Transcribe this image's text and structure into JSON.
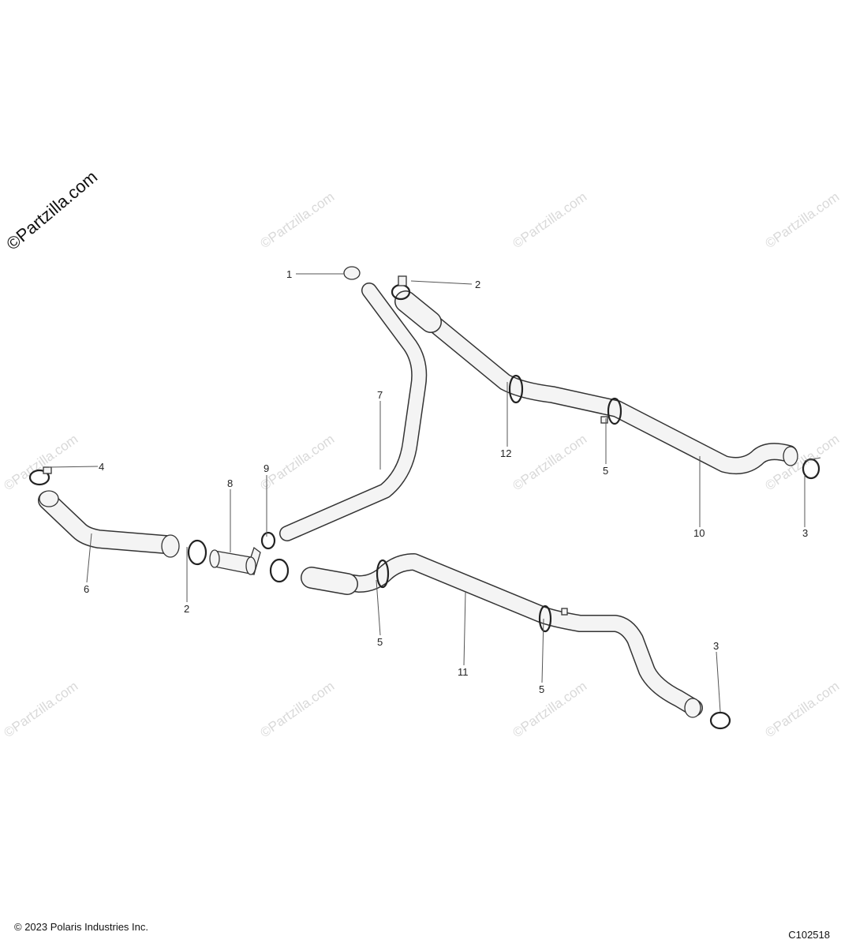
{
  "watermark_main": "©Partzilla.com",
  "watermark": "©Partzilla.com",
  "callouts": {
    "c1": "1",
    "c2a": "2",
    "c2b": "2",
    "c3a": "3",
    "c3b": "3",
    "c4": "4",
    "c5a": "5",
    "c5b": "5",
    "c5c": "5",
    "c6": "6",
    "c7": "7",
    "c8": "8",
    "c9": "9",
    "c10": "10",
    "c11": "11",
    "c12": "12"
  },
  "footer": {
    "copyright": "© 2023 Polaris Industries Inc.",
    "code": "C102518"
  }
}
